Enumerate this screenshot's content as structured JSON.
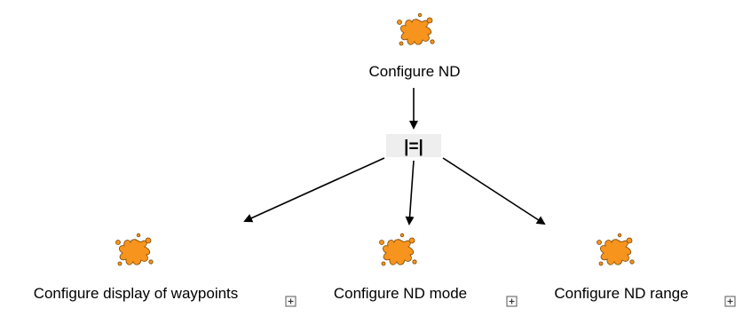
{
  "colors": {
    "splat_fill": "#f7941d",
    "splat_stroke": "#7a4a0a",
    "operator_bg": "#eeeeee",
    "arrow": "#000000"
  },
  "root": {
    "label": "Configure ND",
    "icon": "splat-icon"
  },
  "operator": {
    "symbol": "|=|",
    "icon": "parallel-operator"
  },
  "children": [
    {
      "label": "Configure display of waypoints",
      "icon": "splat-icon",
      "expand": "plus-box-icon"
    },
    {
      "label": "Configure ND mode",
      "icon": "splat-icon",
      "expand": "plus-box-icon"
    },
    {
      "label": "Configure ND range",
      "icon": "splat-icon",
      "expand": "plus-box-icon"
    }
  ]
}
